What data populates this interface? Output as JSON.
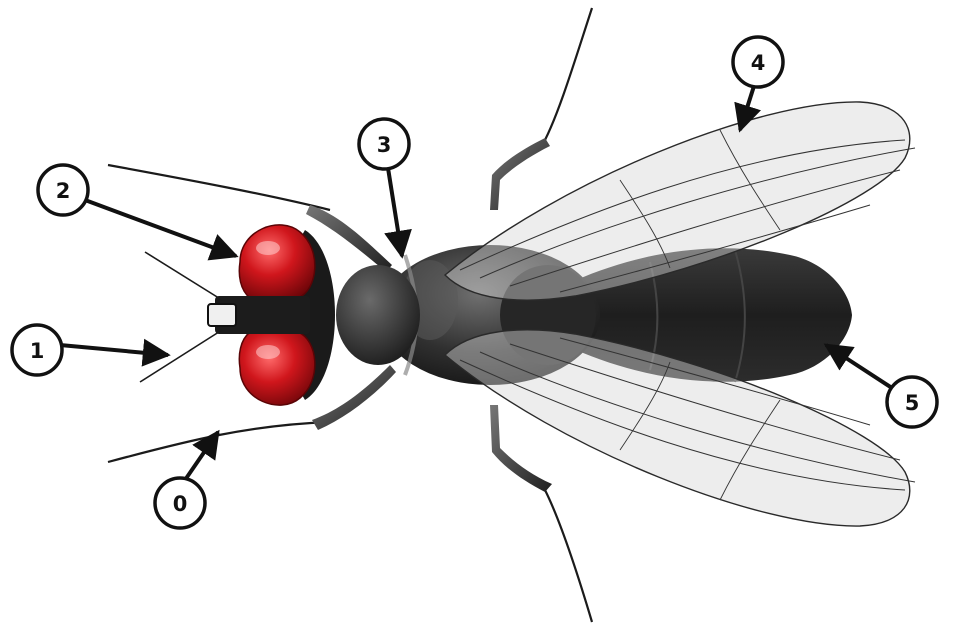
{
  "diagram": {
    "subject": "housefly-anatomy-top-view",
    "callouts": [
      {
        "id": "leg",
        "label": "0"
      },
      {
        "id": "antenna",
        "label": "1"
      },
      {
        "id": "compound-eye",
        "label": "2"
      },
      {
        "id": "thorax",
        "label": "3"
      },
      {
        "id": "wing",
        "label": "4"
      },
      {
        "id": "abdomen",
        "label": "5"
      }
    ]
  },
  "colors": {
    "background": "#ffffff",
    "eye_red": "#c8141a",
    "body_dark": "#2d2d2d",
    "wing_fill": "#e8e8e8",
    "outline": "#111111"
  }
}
